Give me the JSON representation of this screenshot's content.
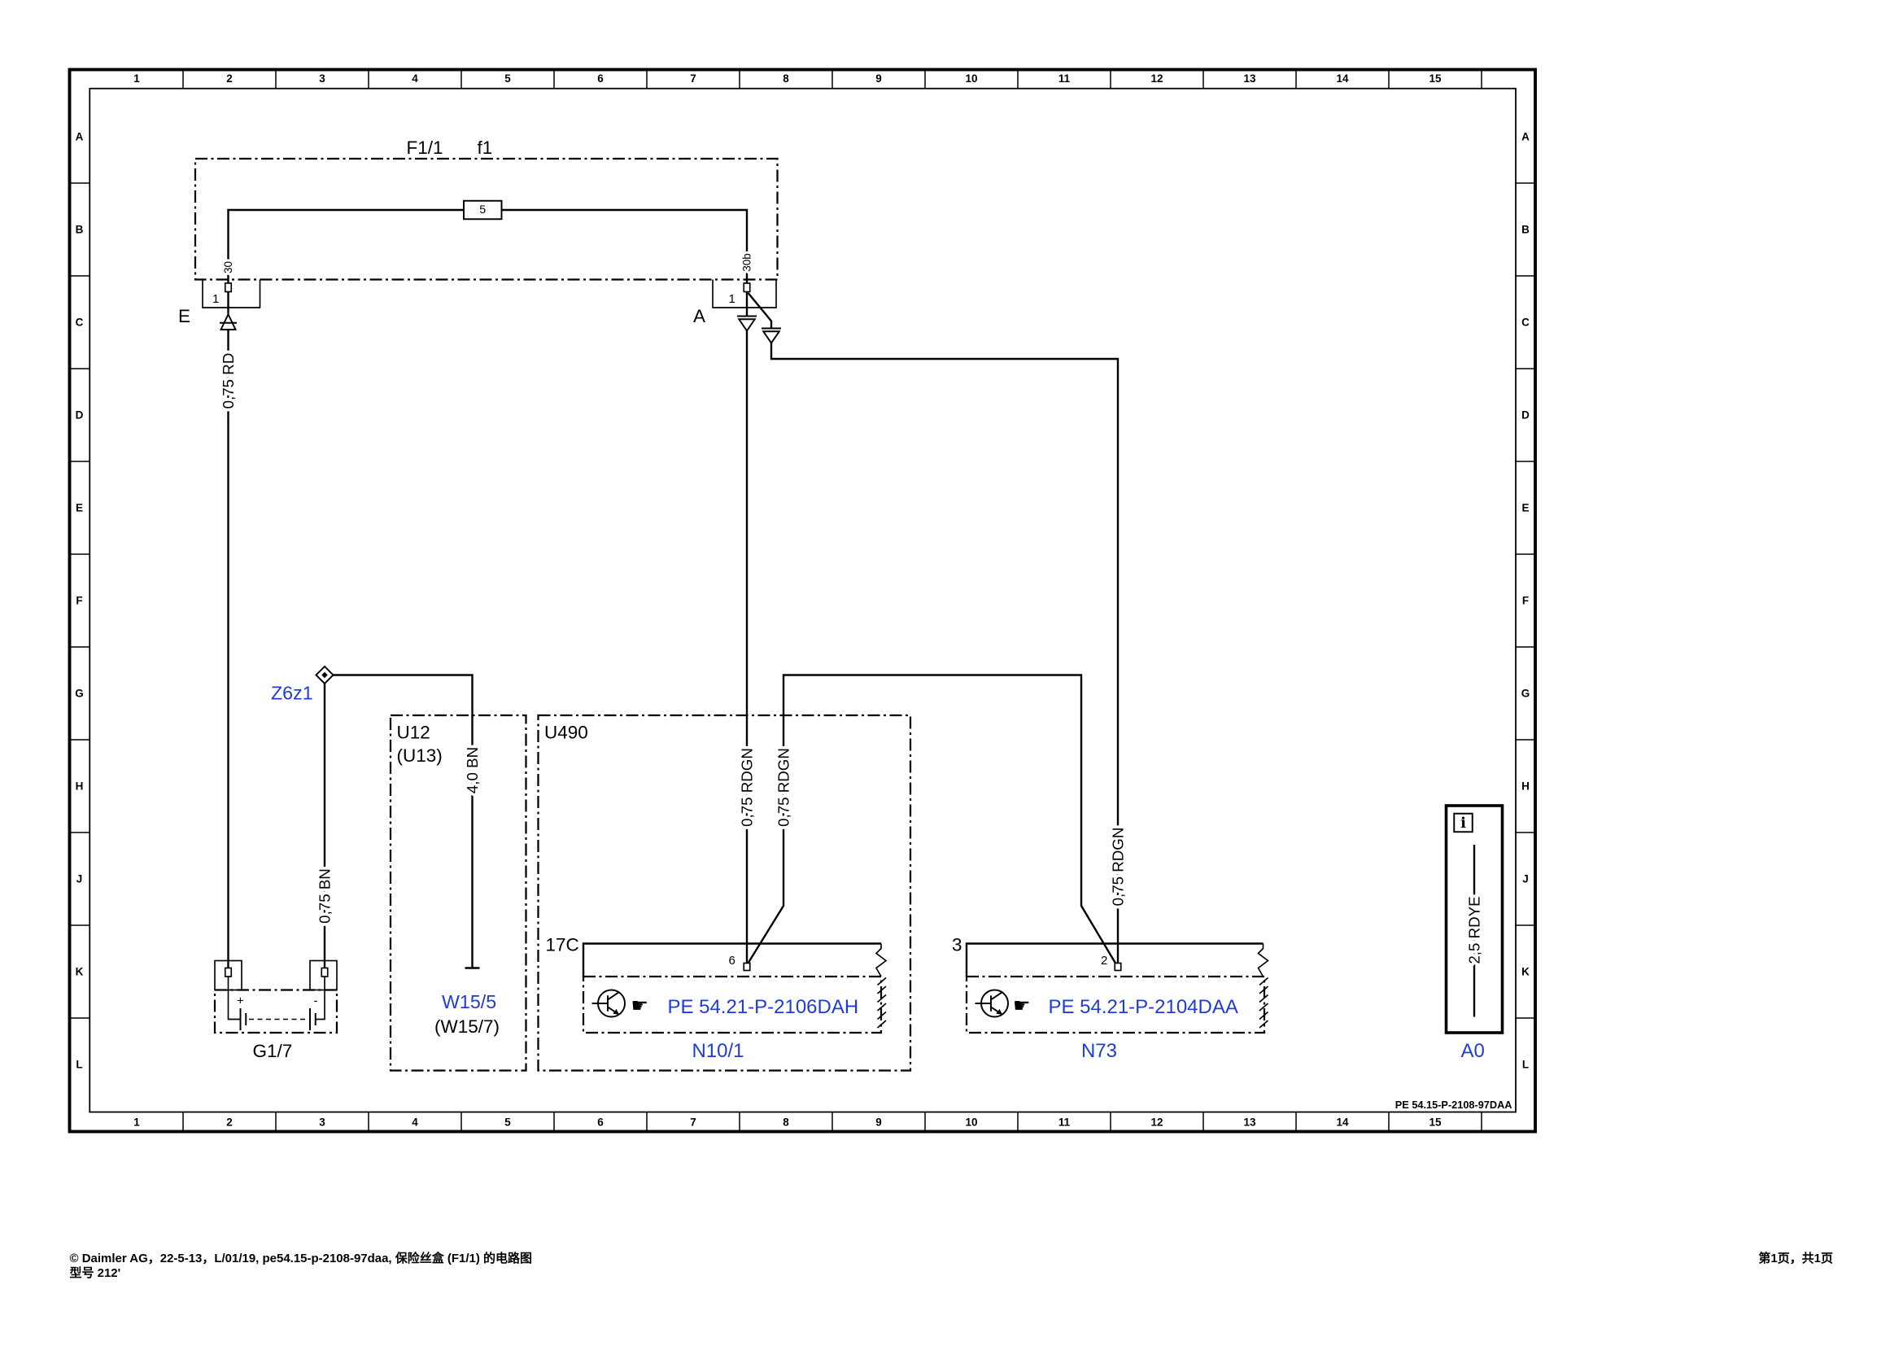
{
  "colors": {
    "line": "#000000",
    "link": "#1f3bd8",
    "background": "#ffffff"
  },
  "frame": {
    "columns": [
      "1",
      "2",
      "3",
      "4",
      "5",
      "6",
      "7",
      "8",
      "9",
      "10",
      "11",
      "12",
      "13",
      "14",
      "15"
    ],
    "rows": [
      "A",
      "B",
      "C",
      "D",
      "E",
      "F",
      "G",
      "H",
      "J",
      "K",
      "L"
    ]
  },
  "document": {
    "id": "PE 54.15-P-2108-97DAA",
    "footer": {
      "source_line": "© Daimler AG，22-5-13，L/01/19, pe54.15-p-2108-97daa, 保险丝盒 (F1/1) 的电路图",
      "model_line": "型号 212'",
      "page_info": "第1页，共1页"
    }
  },
  "fuse_box": {
    "name": "F1/1",
    "designation": "f1",
    "fuse_number": "5",
    "terminal_in": "30",
    "terminal_out": "30b",
    "connector_e": {
      "label": "E",
      "pin": "1"
    },
    "connector_a": {
      "label": "A",
      "pin": "1"
    }
  },
  "wires": {
    "battery_positive": "0,75 RD",
    "battery_ground": "0,75 BN",
    "ground_w15": "4,0 BN",
    "n10_supply": "0,75 RDGN",
    "n10_n73_link": "0,75 RDGN",
    "n73_supply": "0,75 RDGN",
    "info_wire": "2,5 RDYE"
  },
  "components": {
    "ground_point": {
      "name": "Z6z1",
      "icon": "ground-point-diamond-icon"
    },
    "battery": {
      "name": "G1/7",
      "plus": "+",
      "minus": "-"
    },
    "u12": {
      "name": "U12",
      "alt_name": "(U13)",
      "ground": "W15/5",
      "ground_alt": "(W15/7)"
    },
    "u490": {
      "name": "U490"
    },
    "n10": {
      "name": "N10/1",
      "connector": "17C",
      "pin": "6",
      "reference": "PE 54.21-P-2106DAH"
    },
    "n73": {
      "name": "N73",
      "connector": "3",
      "pin": "2",
      "reference": "PE 54.21-P-2104DAA"
    },
    "info_box": {
      "name": "A0",
      "icon": "info-icon",
      "glyph": "i"
    }
  },
  "icons": {
    "reference_pointer": {
      "name": "hand-pointer-icon",
      "glyph": "☛"
    },
    "control_unit": "transistor-icon",
    "connector": "connector-plug-icon"
  }
}
